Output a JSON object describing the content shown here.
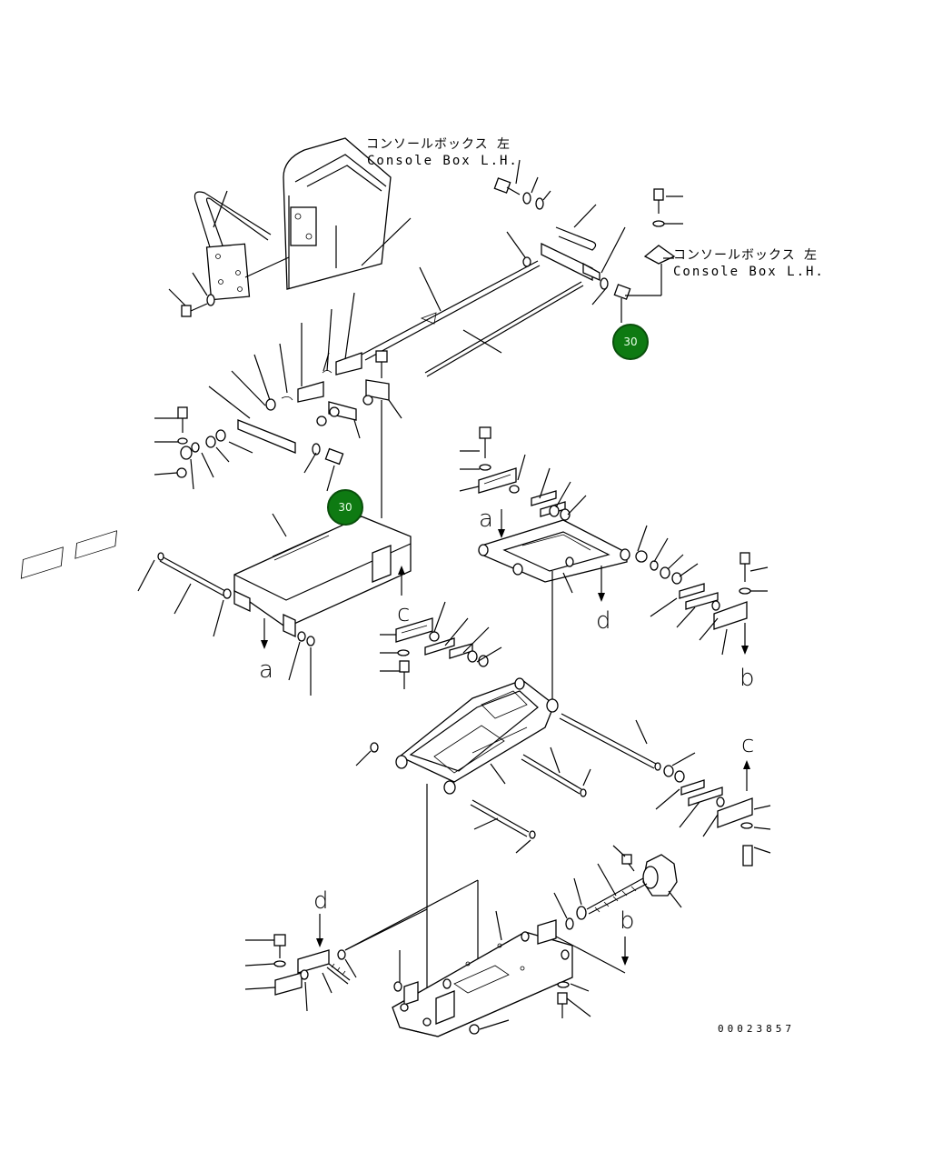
{
  "labels": {
    "console_box_top_jp": "コンソールボックス 左",
    "console_box_top_en": "Console Box L.H.",
    "console_box_right_jp": "コンソールボックス 左",
    "console_box_right_en": "Console Box L.H."
  },
  "references": {
    "a_left": "a",
    "a_right": "a",
    "b_right": "b",
    "b_bottom": "b",
    "c_left": "c",
    "c_right": "c",
    "d_center": "d",
    "d_bottom": "d"
  },
  "callouts": [
    {
      "number": "30"
    },
    {
      "number": "30"
    }
  ],
  "document_number": "00023857",
  "colors": {
    "callout_fill": "#0e7a12",
    "line": "#000000",
    "background": "#ffffff"
  }
}
